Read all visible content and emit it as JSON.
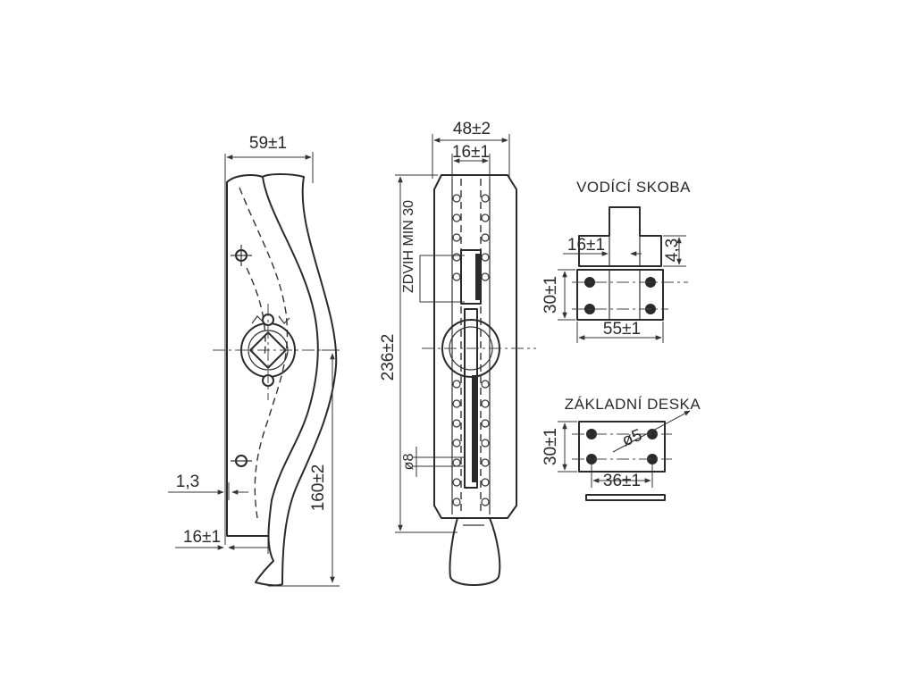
{
  "side_view": {
    "width_dim": "59±1",
    "offset_dim": "1,3",
    "bottom_dim": "16±1",
    "height_dim": "160±2"
  },
  "front_view": {
    "outer_width_dim": "48±2",
    "inner_width_dim": "16±1",
    "stroke_label": "ZDVIH MIN 30",
    "total_height_dim": "236±2",
    "pin_dim": "ø8"
  },
  "guide_bracket": {
    "title": "VODÍCÍ SKOBA",
    "width_dim": "16±1",
    "thickness_dim": "4,3",
    "height_dim": "30±1",
    "base_width_dim": "55±1"
  },
  "base_plate": {
    "title": "ZÁKLADNÍ DESKA",
    "height_dim": "30±1",
    "hole_dim": "ø5",
    "width_dim": "36±1"
  }
}
